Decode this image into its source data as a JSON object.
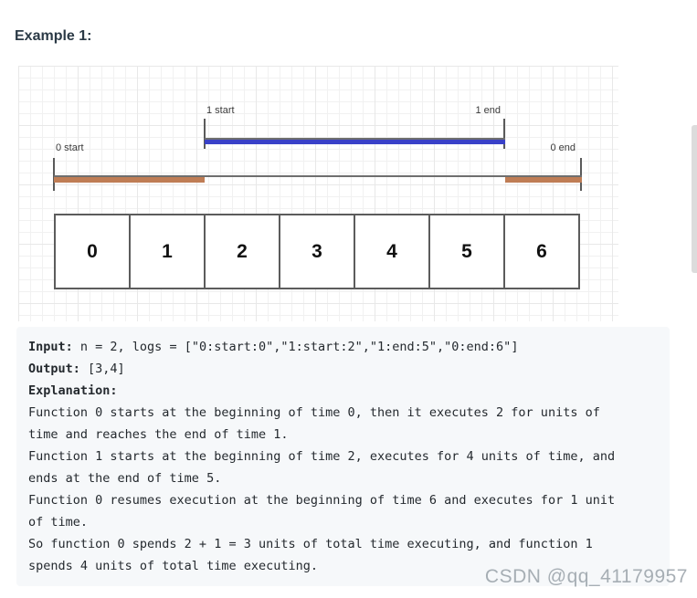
{
  "page": {
    "heading": "Example 1:",
    "watermark": "CSDN @qq_41179957"
  },
  "diagram": {
    "axis_boxes": [
      "0",
      "1",
      "2",
      "3",
      "4",
      "5",
      "6"
    ],
    "functions": [
      {
        "id": 0,
        "color": "#bf7d55",
        "start_label": "0 start",
        "end_label": "0 end",
        "segments_time_units": [
          [
            0,
            2
          ],
          [
            6,
            7
          ]
        ]
      },
      {
        "id": 1,
        "color": "#3941c8",
        "start_label": "1 start",
        "end_label": "1 end",
        "segments_time_units": [
          [
            2,
            6
          ]
        ]
      }
    ],
    "line_color": "#6e6e6e",
    "tick_color": "#5a5a5a",
    "grid_color": "#e8e8e8"
  },
  "code": {
    "background": "#f6f8fa",
    "lines": [
      {
        "label": "Input:",
        "text": " n = 2, logs = [\"0:start:0\",\"1:start:2\",\"1:end:5\",\"0:end:6\"]"
      },
      {
        "label": "Output:",
        "text": " [3,4]"
      },
      {
        "label": "Explanation:",
        "text": ""
      },
      {
        "label": "",
        "text": "Function 0 starts at the beginning of time 0, then it executes 2 for units of"
      },
      {
        "label": "",
        "text": "time and reaches the end of time 1."
      },
      {
        "label": "",
        "text": "Function 1 starts at the beginning of time 2, executes for 4 units of time, and"
      },
      {
        "label": "",
        "text": "ends at the end of time 5."
      },
      {
        "label": "",
        "text": "Function 0 resumes execution at the beginning of time 6 and executes for 1 unit"
      },
      {
        "label": "",
        "text": "of time."
      },
      {
        "label": "",
        "text": "So function 0 spends 2 + 1 = 3 units of total time executing, and function 1"
      },
      {
        "label": "",
        "text": "spends 4 units of total time executing."
      }
    ]
  }
}
